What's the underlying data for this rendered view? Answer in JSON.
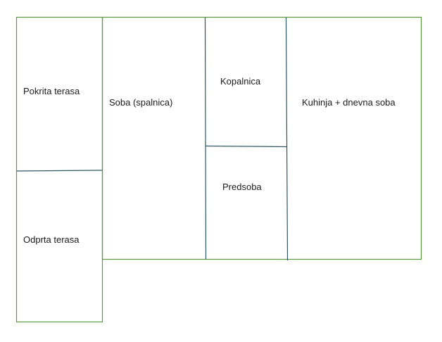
{
  "rooms": {
    "covered_terrace": "Pokrita terasa",
    "open_terrace": "Odprta terasa",
    "bedroom": "Soba (spalnica)",
    "bathroom": "Kopalnica",
    "hallway": "Predsoba",
    "kitchen_living": "Kuhinja + dnevna soba"
  },
  "colors": {
    "outer_wall": "#5b9a3c",
    "inner_wall": "#2e5766"
  }
}
